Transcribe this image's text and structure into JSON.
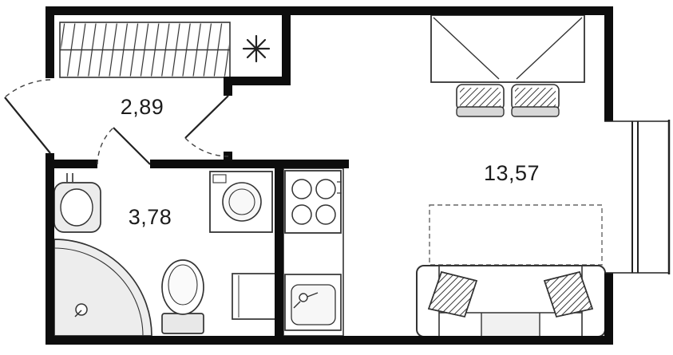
{
  "floorplan": {
    "rooms": [
      {
        "id": "hallway",
        "area_label": "2,89"
      },
      {
        "id": "bathroom",
        "area_label": "3,78"
      },
      {
        "id": "living-kitchen",
        "area_label": "13,57"
      }
    ],
    "icons": {
      "utility_point": "eight-spoke-asterisk",
      "wardrobe_hatch": "hanger-lines",
      "pillow_hatch": "diagonal-lines"
    },
    "fixtures": [
      "wardrobe",
      "dining-table",
      "chairs",
      "entrance-door",
      "hallway-door",
      "bathroom-door",
      "bathroom-sink",
      "corner-shower",
      "toilet",
      "washing-machine",
      "cabinet",
      "stove",
      "kitchen-sink",
      "sofa",
      "bed-zone-dashed",
      "balcony-window"
    ],
    "colors": {
      "walls": "#0d0d0d",
      "lines": "#2f2f2f",
      "fixture_fill": "#ededed",
      "background": "#ffffff"
    }
  }
}
